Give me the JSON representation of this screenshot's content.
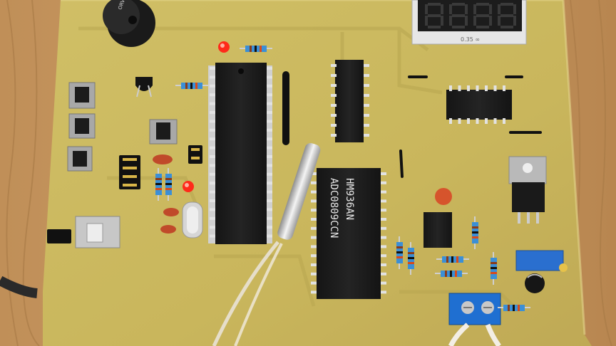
{
  "photo": {
    "subject": "",
    "colors": {
      "wood": "#c2925c",
      "wood_dark": "#9c6f3f",
      "pcb": "#cdbb62",
      "pcb_dark": "#b5a44f",
      "chip": "#1b1b1b",
      "pin": "#d8d8d8",
      "resistor": "#3b8fd6",
      "led": "#ff2a1a",
      "terminal": "#1f6fd1",
      "heatsink": "#b8b8b8"
    }
  },
  "labels": {
    "adc_line1": "HM936AN",
    "adc_line2": "ADC0809CCN",
    "buzzer": "ORVIEW",
    "display_code": "0.35 ∞"
  }
}
